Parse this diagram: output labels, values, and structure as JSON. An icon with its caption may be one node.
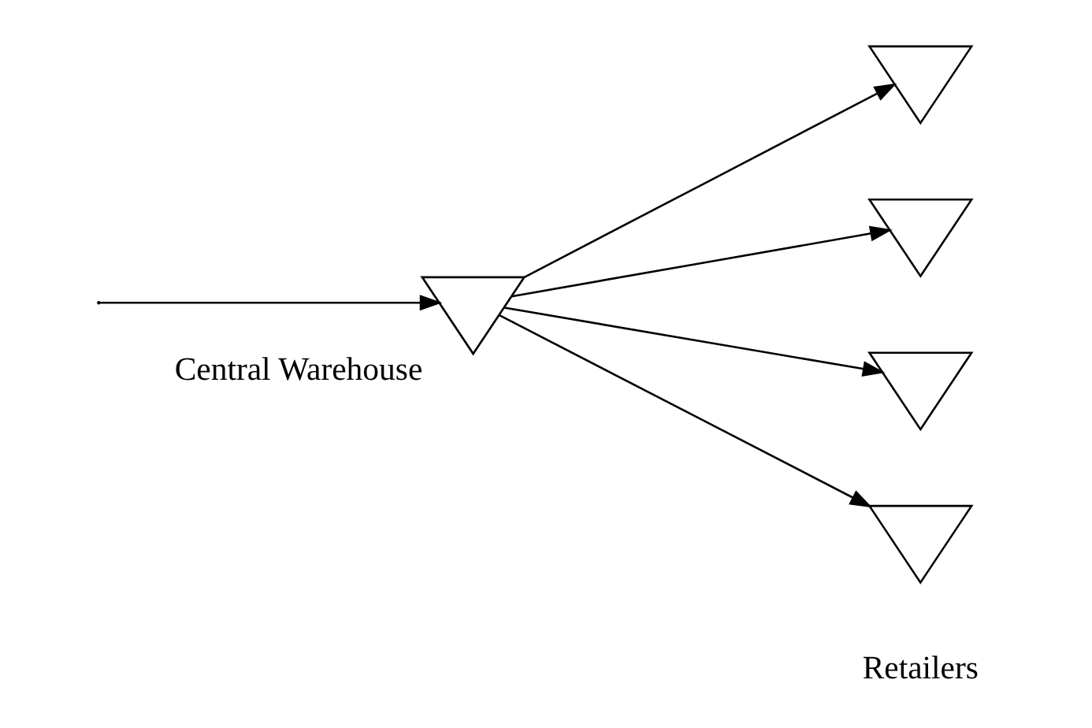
{
  "diagram": {
    "nodes": [
      {
        "text": [],
        "shape": "triangle",
        "beside": [
          "Central Warehouse"
        ]
      },
      {
        "text": [],
        "shape": "triangle"
      },
      {
        "text": [],
        "shape": "triangle"
      },
      {
        "text": [],
        "shape": "triangle"
      },
      {
        "text": [],
        "shape": "triangle"
      }
    ],
    "edges": [
      {
        "from": null,
        "to": 0,
        "arrow": "to"
      },
      {
        "from": 0,
        "to": 1,
        "arrow": "to"
      },
      {
        "from": 0,
        "to": 2,
        "arrow": "to"
      },
      {
        "from": 0,
        "to": 3,
        "arrow": "to"
      },
      {
        "from": 0,
        "to": 4,
        "arrow": "to"
      }
    ],
    "labels": [
      "Retailers"
    ]
  }
}
